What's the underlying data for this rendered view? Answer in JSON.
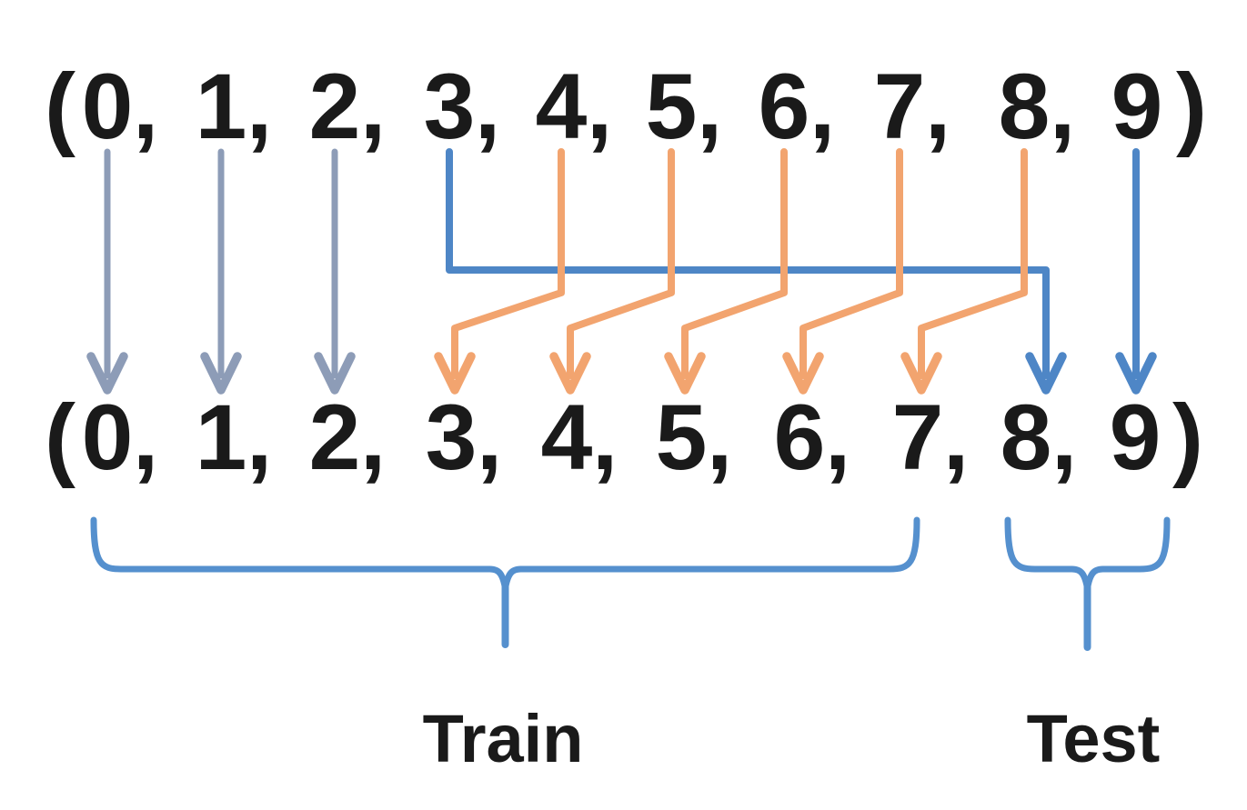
{
  "diagram": {
    "description": "train test split mapping",
    "top_sequence": {
      "open": "(",
      "items": [
        "0",
        "1",
        "2",
        "3",
        "4",
        "5",
        "6",
        "7",
        "8",
        "9"
      ],
      "separator": ",",
      "close": ")"
    },
    "bottom_sequence": {
      "open": "(",
      "items": [
        "0",
        "1",
        "2",
        "3",
        "4",
        "5",
        "6",
        "7",
        "8",
        "9"
      ],
      "separator": ",",
      "close": ")"
    },
    "arrows": [
      {
        "from_index": 0,
        "to_index": 0,
        "style": "straight",
        "role": "kept"
      },
      {
        "from_index": 1,
        "to_index": 1,
        "style": "straight",
        "role": "kept"
      },
      {
        "from_index": 2,
        "to_index": 2,
        "style": "straight",
        "role": "kept"
      },
      {
        "from_index": 3,
        "to_index": 8,
        "style": "elbow",
        "role": "moved"
      },
      {
        "from_index": 4,
        "to_index": 3,
        "style": "shift",
        "role": "shifted"
      },
      {
        "from_index": 5,
        "to_index": 4,
        "style": "shift",
        "role": "shifted"
      },
      {
        "from_index": 6,
        "to_index": 5,
        "style": "shift",
        "role": "shifted"
      },
      {
        "from_index": 7,
        "to_index": 6,
        "style": "shift",
        "role": "shifted"
      },
      {
        "from_index": 8,
        "to_index": 7,
        "style": "shift",
        "role": "shifted"
      },
      {
        "from_index": 9,
        "to_index": 9,
        "style": "straight",
        "role": "moved"
      }
    ],
    "braces": [
      {
        "label": "Train",
        "from_index": 0,
        "to_index": 7
      },
      {
        "label": "Test",
        "from_index": 8,
        "to_index": 9
      }
    ],
    "colors": {
      "kept_arrow": "#8D9CB7",
      "shifted_arrow": "#F2A46F",
      "moved_arrow": "#4E86C6",
      "brace": "#5590CE",
      "text": "#1A1A1A"
    }
  }
}
